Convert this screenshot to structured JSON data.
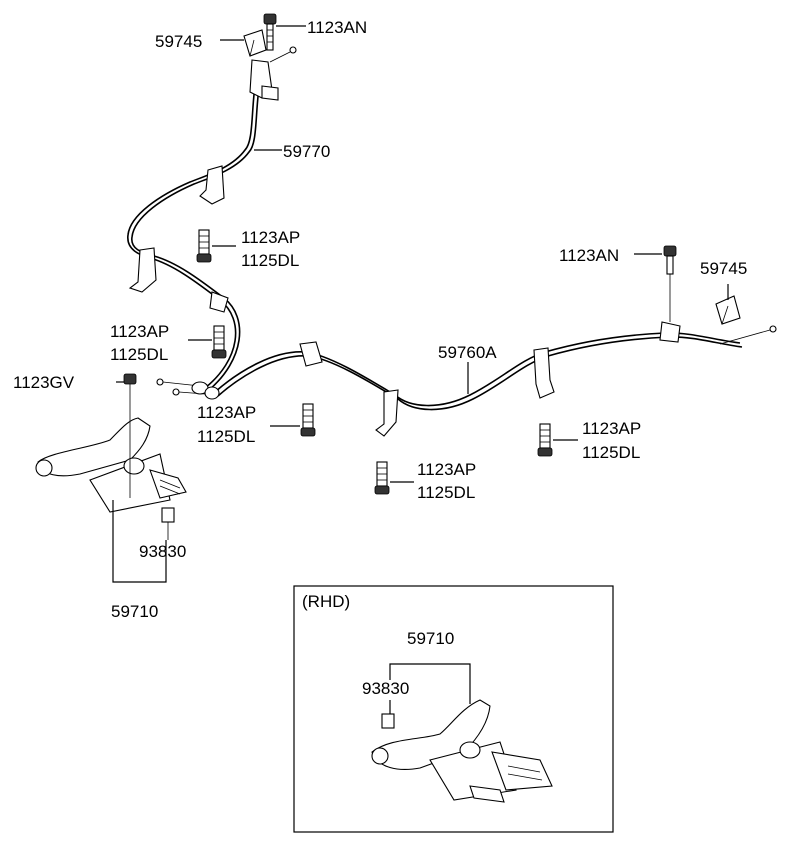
{
  "labels": {
    "bolt_top_left": "1123AN",
    "clip_top_left": "59745",
    "cable_left": "59770",
    "bolt_a1": "1123AP",
    "bolt_a1b": "1125DL",
    "bolt_a2": "1123AP",
    "bolt_a2b": "1125DL",
    "bolt_gv": "1123GV",
    "bolt_a3": "1123AP",
    "bolt_a3b": "1125DL",
    "bolt_a4": "1123AP",
    "bolt_a4b": "1125DL",
    "bolt_a5": "1123AP",
    "bolt_a5b": "1125DL",
    "cable_right": "59760A",
    "bolt_top_right": "1123AN",
    "clip_top_right": "59745",
    "switch_lhd": "93830",
    "lever_lhd": "59710"
  },
  "rhd_panel": {
    "title": "(RHD)",
    "lever": "59710",
    "switch": "93830"
  }
}
